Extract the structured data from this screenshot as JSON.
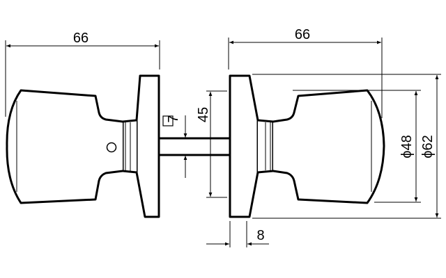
{
  "dimensions": {
    "left_length": "66",
    "right_length": "66",
    "shaft_square": "7",
    "rose_distance": "45",
    "door_thickness": "8",
    "knob_diameter": "ϕ48",
    "rose_diameter": "ϕ62"
  },
  "colors": {
    "line": "#000000",
    "background": "#ffffff"
  }
}
